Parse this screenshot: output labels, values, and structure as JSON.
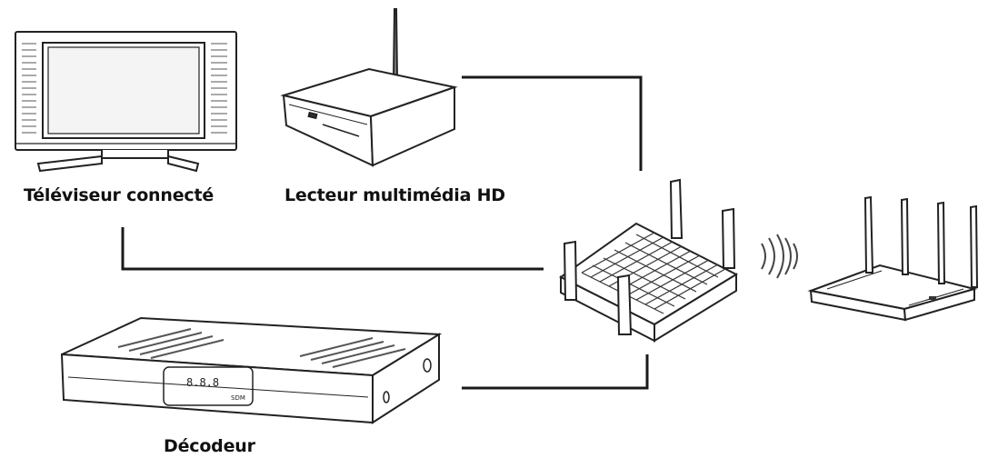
{
  "labels": {
    "tv": "Téléviseur connecté",
    "media_player": "Lecteur multimédia HD",
    "decoder": "Décodeur"
  },
  "decoder_display": {
    "text": "8.8.8",
    "panel_text": "SDM"
  },
  "colors": {
    "line": "#1a1a1a",
    "device_fill": "#ffffff",
    "device_stroke": "#222222",
    "background": "#ffffff"
  }
}
